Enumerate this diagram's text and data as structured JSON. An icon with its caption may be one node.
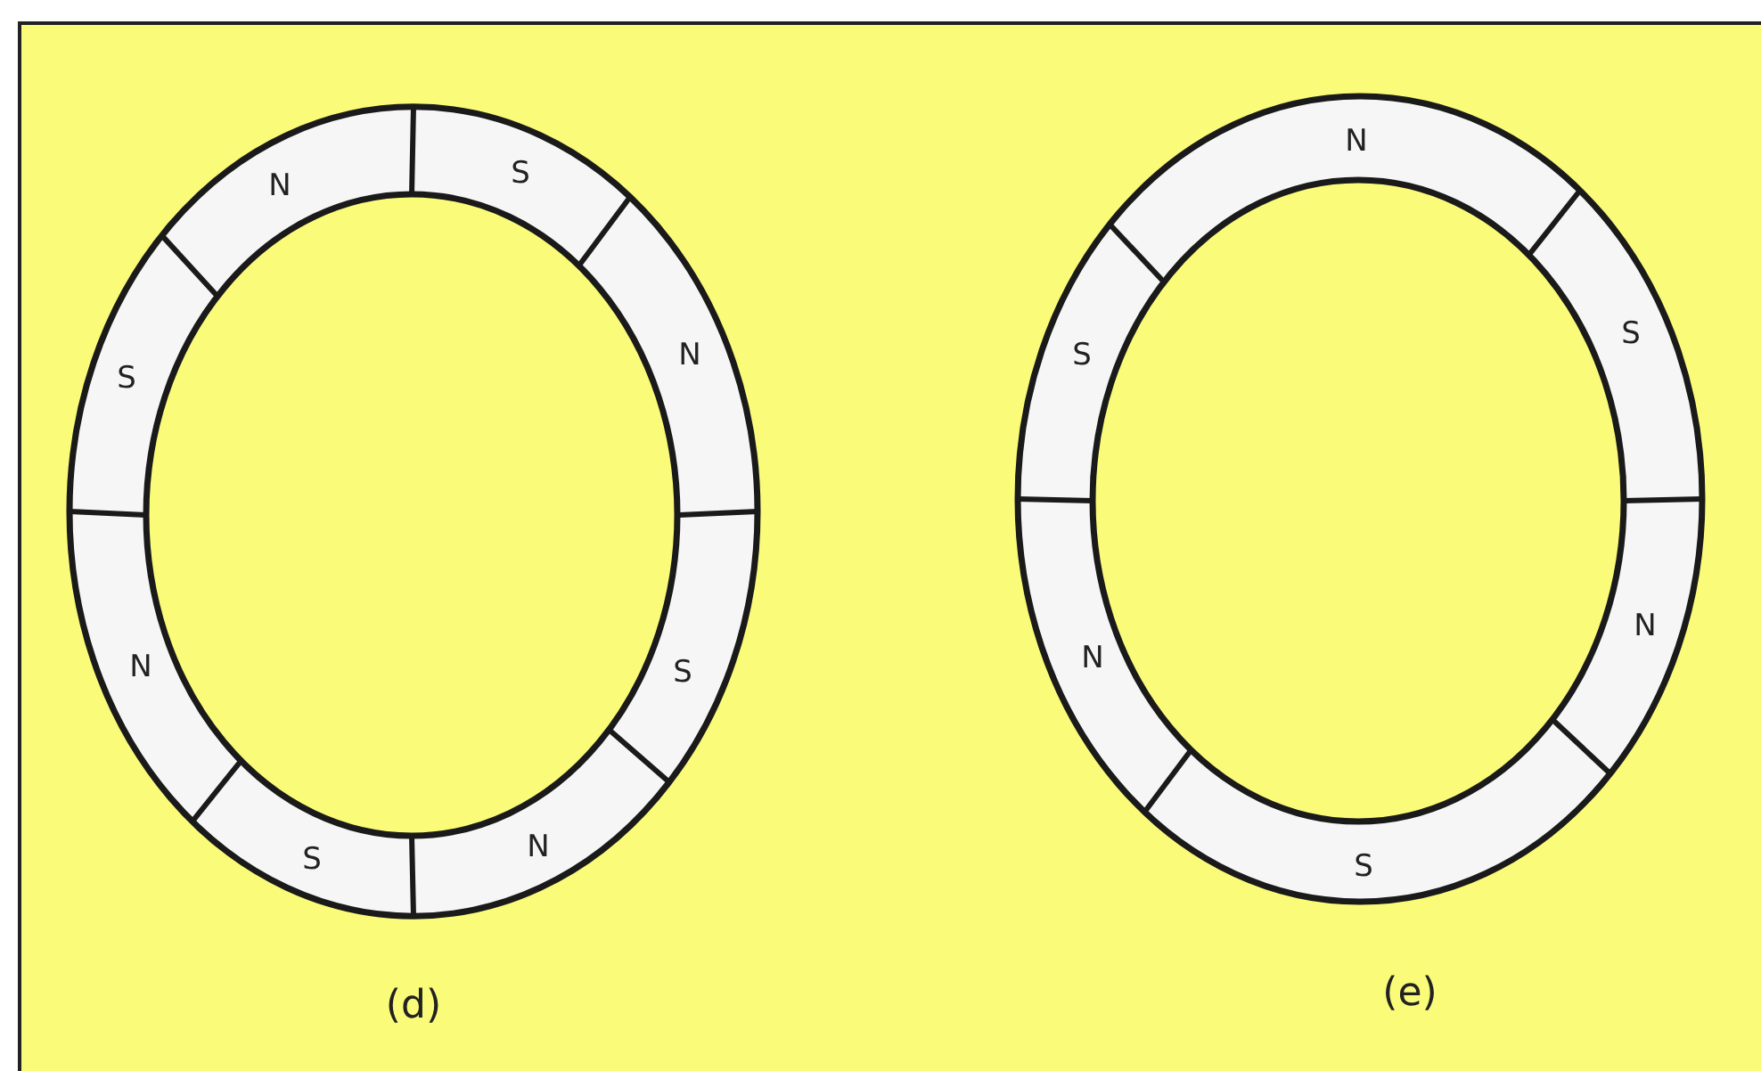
{
  "diagram": {
    "labels": [
      "N",
      "S",
      "N",
      "S",
      "N",
      "S",
      "N",
      "S",
      "(d)",
      "N",
      "S",
      "N",
      "S",
      "N",
      "S",
      "(e)"
    ]
  }
}
